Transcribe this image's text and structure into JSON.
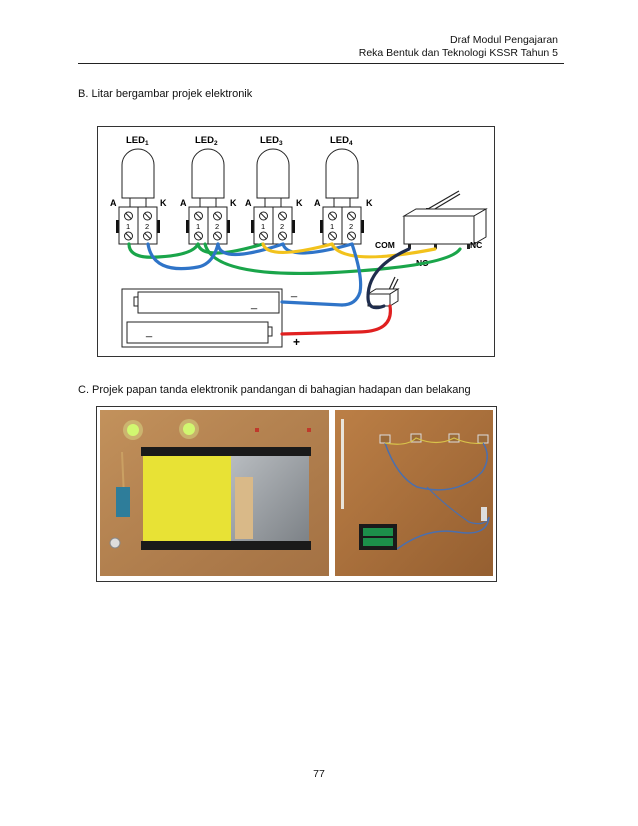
{
  "header": {
    "line1": "Draf Modul Pengajaran",
    "line2": "Reka Bentuk dan Teknologi KSSR Tahun 5"
  },
  "section_b": {
    "title": "B.  Litar bergambar projek  elektronik",
    "leds": [
      {
        "name": "LED",
        "sub": "1"
      },
      {
        "name": "LED",
        "sub": "2"
      },
      {
        "name": "LED",
        "sub": "3"
      },
      {
        "name": "LED",
        "sub": "4"
      }
    ],
    "anode_label": "A",
    "cathode_label": "K",
    "terminal_1": "1",
    "terminal_2": "2",
    "switch_labels": {
      "com": "COM",
      "nc": "NC",
      "no": "NO"
    },
    "minus": "_",
    "plus": "+"
  },
  "section_c": {
    "title": "C.  Projek papan tanda elektronik pandangan di bahagian hadapan dan belakang"
  },
  "colors": {
    "wire_green": "#1aa54a",
    "wire_blue": "#2f74c8",
    "wire_yellow": "#f2c21c",
    "wire_red": "#e02020",
    "wire_dark": "#1f2d4d",
    "board_wood": "#b98553"
  },
  "page_number": "77"
}
